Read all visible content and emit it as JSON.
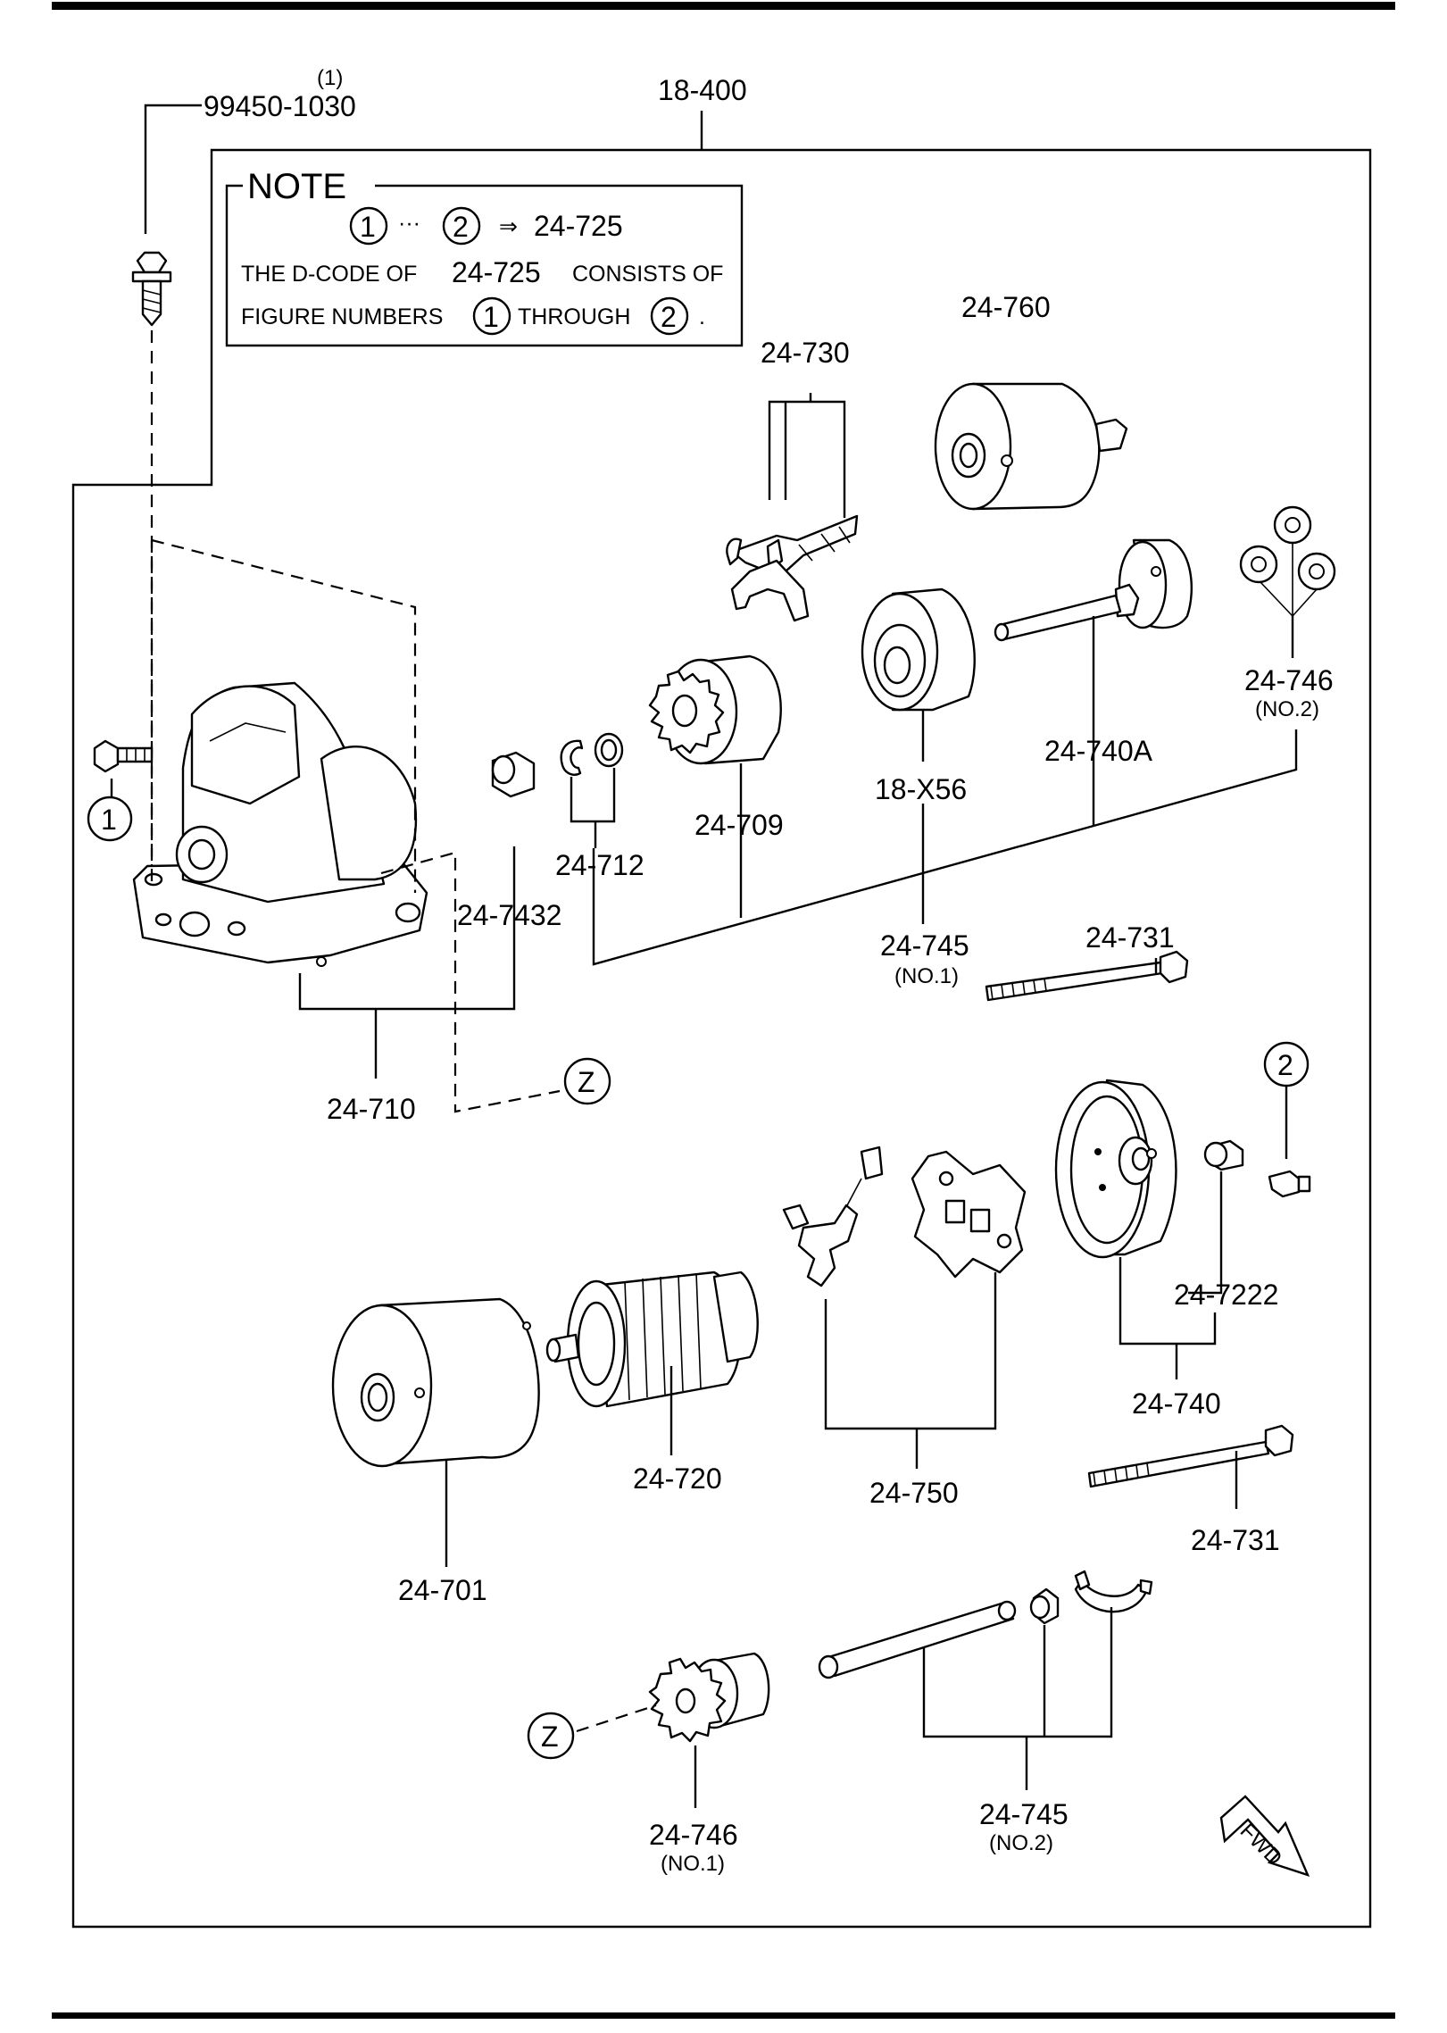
{
  "top_ref": {
    "qty": "(1)",
    "code": "99450-1030"
  },
  "group_ref": "18-400",
  "note": {
    "title": "NOTE",
    "circle1": "1",
    "circle2": "2",
    "range_dots": "···",
    "arrow": "⇒",
    "target": "24-725",
    "line2_a": "THE D-CODE OF",
    "line2_b": "24-725",
    "line2_c": "CONSISTS OF",
    "line3_a": "FIGURE NUMBERS",
    "line3_b": "THROUGH",
    "line3_c": "."
  },
  "markers": {
    "one": "1",
    "two": "2",
    "z": "Z"
  },
  "labels": {
    "p24_760": "24-760",
    "p24_730": "24-730",
    "p24_746_no2": "24-746",
    "p24_746_no2_sub": "(NO.2)",
    "p24_740A": "24-740A",
    "p18_X56": "18-X56",
    "p24_709": "24-709",
    "p24_712": "24-712",
    "p24_7432": "24-7432",
    "p24_745_no1": "24-745",
    "p24_745_no1_sub": "(NO.1)",
    "p24_731_top": "24-731",
    "p24_710": "24-710",
    "p24_7222": "24-7222",
    "p24_740": "24-740",
    "p24_720": "24-720",
    "p24_750": "24-750",
    "p24_731_bot": "24-731",
    "p24_701": "24-701",
    "p24_745_no2": "24-745",
    "p24_745_no2_sub": "(NO.2)",
    "p24_746_no1": "24-746",
    "p24_746_no1_sub": "(NO.1)",
    "fwd": "FWD"
  }
}
